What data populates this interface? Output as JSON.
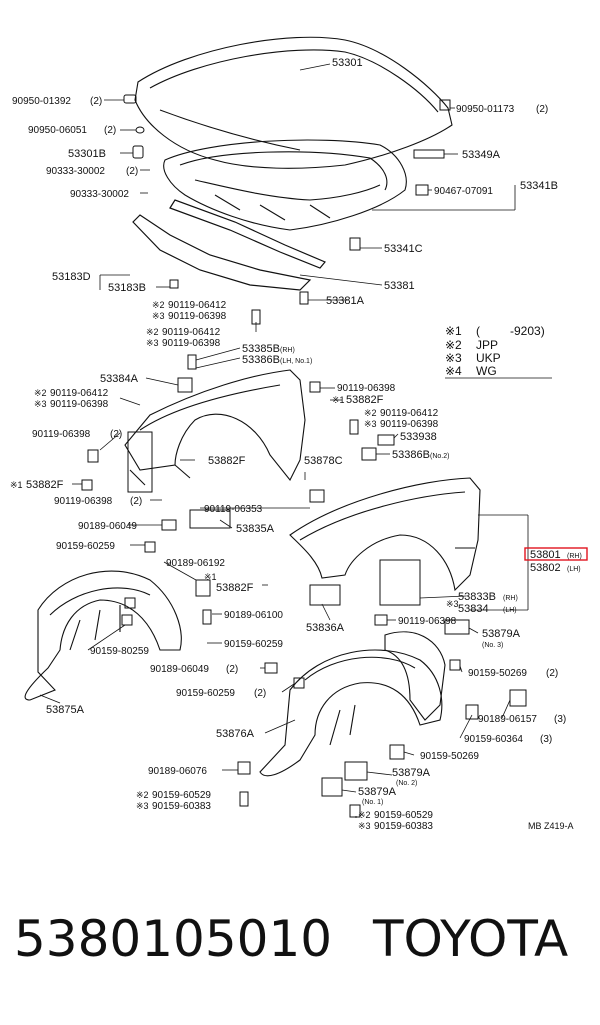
{
  "labels": {
    "hood": "53301",
    "grommet_left": "90950-01392",
    "grommet_left_qty": "(2)",
    "grommet_right": "90950-01173",
    "grommet_right_qty": "(2)",
    "plug_left": "90950-06051",
    "plug_left_qty": "(2)",
    "cushion": "53301B",
    "clip_a": "90333-30002",
    "clip_a_qty": "(2)",
    "clip_b": "90333-30002",
    "hinge_bracket": "53349A",
    "screw_hood": "90467-07091",
    "insulator": "53341B",
    "stopper": "53341C",
    "seal_outer": "53183D",
    "seal_inner": "53183B",
    "seal_front": "53381",
    "seal_front_a": "53381A",
    "bolt_a_m2": "90119-06412",
    "bolt_a_m3": "90119-06398",
    "bolt_b_m2": "90119-06412",
    "bolt_b_m3": "90119-06398",
    "rh_bracket": "53385B",
    "rh_tag": "(RH)",
    "lh_bracket": "53386B",
    "lh_tag": "(LH, No.1)",
    "fender_bracket": "53384A",
    "bolt_c_m2": "90119-06412",
    "bolt_c_m3": "90119-06398",
    "bolt_right_1": "90119-06398",
    "seal_mid": "53882F",
    "bolt_right_m2": "90119-06412",
    "bolt_right_m3": "90119-06398",
    "protector_a": "533938",
    "bracket_no2": "53386B",
    "no2_tag": "(No.2)",
    "bolt_left_2": "90119-06398",
    "bolt_left_2_qty": "(2)",
    "seal_left": "53882F",
    "seal_center": "53882F",
    "brace": "53878C",
    "bolt_left_3": "90119-06398",
    "bolt_left_3_qty": "(2)",
    "bolt_center": "90119-06353",
    "clip_left_1": "90189-06049",
    "pad": "53835A",
    "screw_left_1": "90159-60259",
    "clip_left_2": "90189-06192",
    "seal_lower": "53882F",
    "fender_rh": "53801",
    "fender_rh_tag": "(RH)",
    "fender_lh": "53802",
    "fender_lh_tag": "(LH)",
    "clip_c": "90189-06100",
    "screw_c": "90159-60259",
    "screw_liner": "90159-80259",
    "cover_a": "53836A",
    "cover_rh": "53833B",
    "cover_rh_tag": "(RH)",
    "cover_lh": "53834",
    "cover_lh_tag": "(LH)",
    "bolt_cover": "90119-06398",
    "shield_a": "53879A",
    "shield_a_no": "(No. 3)",
    "liner_left": "53875A",
    "clip_d": "90189-06049",
    "clip_d_qty": "(2)",
    "screw_d": "90159-60259",
    "screw_d_qty": "(2)",
    "screw_e": "90159-50269",
    "screw_e_qty": "(2)",
    "clip_e": "90189-06157",
    "clip_e_qty": "(3)",
    "liner_center": "53876A",
    "screw_f": "90159-60364",
    "screw_f_qty": "(3)",
    "screw_g": "90159-50269",
    "clip_f": "90189-06076",
    "shield_b": "53879A",
    "shield_b_no": "(No. 2)",
    "shield_c": "53879A",
    "shield_c_no": "(No. 1)",
    "screw_h_m2": "90159-60529",
    "screw_h_m3": "90159-60383",
    "screw_i_m2": "90159-60529",
    "screw_i_m3": "90159-60383",
    "figure_code": "MB Z419-A"
  },
  "legend": [
    {
      "mark": "※1",
      "text": "(",
      "extra": "-9203)"
    },
    {
      "mark": "※2",
      "text": "JPP",
      "extra": ""
    },
    {
      "mark": "※3",
      "text": "UKP",
      "extra": ""
    },
    {
      "mark": "※4",
      "text": "WG",
      "extra": ""
    }
  ],
  "marks": {
    "m1": "※1",
    "m2": "※2",
    "m3": "※3"
  },
  "footer": {
    "part_number": "5380105010",
    "brand": "TOYOTA"
  },
  "colors": {
    "highlight": "#e0141e",
    "ink": "#111111"
  }
}
